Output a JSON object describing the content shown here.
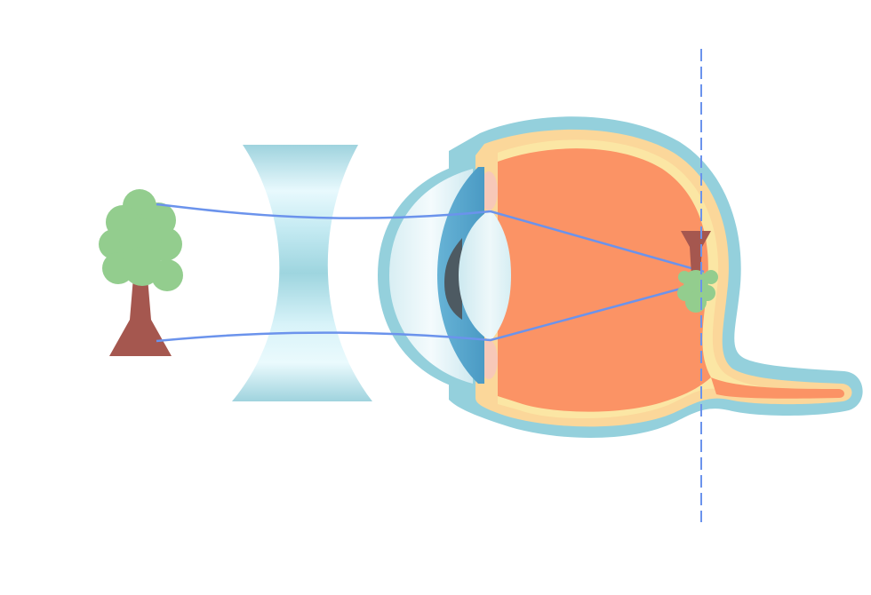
{
  "diagram": {
    "subject": "concave-lens-myopia-correction",
    "colors": {
      "background": "#ffffff",
      "ray": "#6b93ec",
      "focal_line": "#6b93ec",
      "tree_foliage": "#93cd8e",
      "tree_trunk": "#a5574f",
      "lens_edge": "#97d0dc",
      "lens_center": "#e7f8fd",
      "eye_outer": "#94d0dc",
      "eye_choroid": "#fbd79a",
      "eye_retina_layer": "#fbe6a4",
      "eye_vitreous": "#fb9365",
      "cornea": "#f0f8fa",
      "iris": "#4d5a62",
      "crystalline_lens": "#e6f4f7"
    },
    "elements": [
      "object-tree",
      "concave-lens",
      "eye",
      "light-rays",
      "inverted-image",
      "retina-plane-line"
    ]
  }
}
